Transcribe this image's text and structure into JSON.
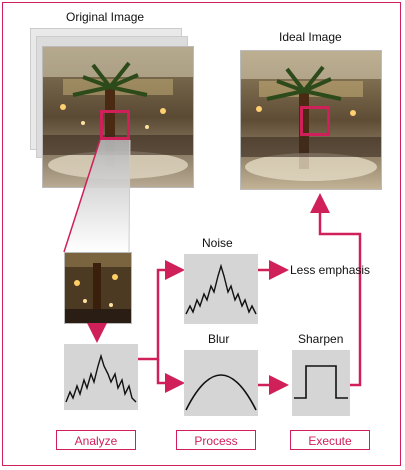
{
  "title_original": "Original Image",
  "title_ideal": "Ideal Image",
  "labels": {
    "noise": "Noise",
    "blur": "Blur",
    "sharpen": "Sharpen",
    "less_emphasis": "Less emphasis"
  },
  "buttons": {
    "analyze": "Analyze",
    "process": "Process",
    "execute": "Execute"
  },
  "colors": {
    "accent": "#d0205a",
    "panel_gray": "#d5d5d5"
  }
}
